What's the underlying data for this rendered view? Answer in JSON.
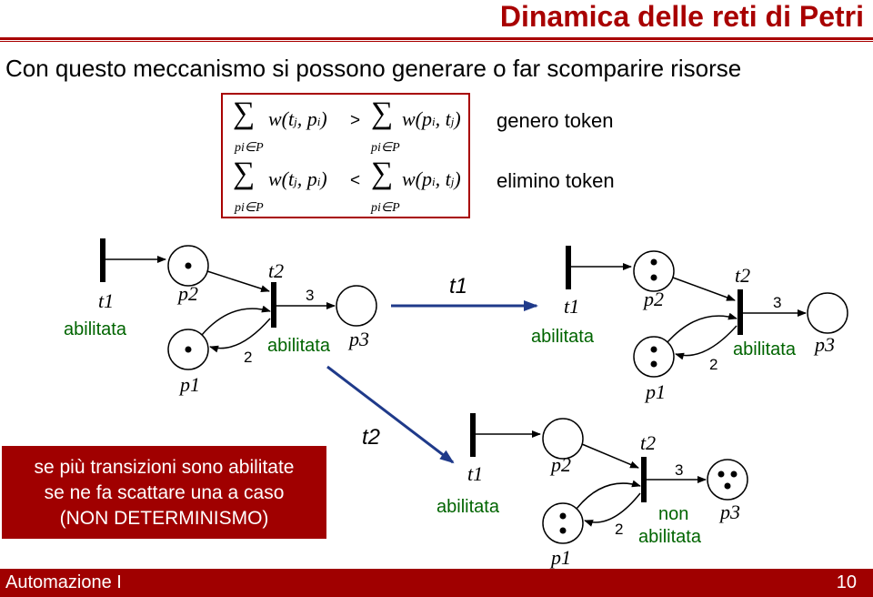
{
  "header": {
    "title": "Dinamica delle reti di Petri"
  },
  "subtitle": "Con questo meccanismo si possono generare o far scomparire risorse",
  "formulas": {
    "row1": {
      "lhs": "w(t",
      "lhs_sub_j": "j",
      "lhs_mid": ", p",
      "lhs_sub_i": "i",
      "lhs_end": ")",
      "cmp": ">",
      "rhs": "w(p",
      "rhs_sub_i": "i",
      "rhs_mid": ", t",
      "rhs_sub_j": "j",
      "rhs_end": ")",
      "label": "genero token"
    },
    "row2": {
      "lhs": "w(t",
      "lhs_sub_j": "j",
      "lhs_mid": ", p",
      "lhs_sub_i": "i",
      "lhs_end": ")",
      "cmp": "<",
      "rhs": "w(p",
      "rhs_sub_i": "i",
      "rhs_mid": ", t",
      "rhs_sub_j": "j",
      "rhs_end": ")",
      "label": "elimino token"
    },
    "sum_index": "pi∈P"
  },
  "nets": [
    {
      "t1_label": "t1",
      "t2_label": "t2",
      "p1_label": "p1",
      "p2_label": "p2",
      "p3_label": "p3",
      "weight_out": "3",
      "weight_in": "2",
      "t1_status": "abilitata",
      "t2_status": "abilitata",
      "tokens": {
        "p1": 1,
        "p2": 1,
        "p3": 0
      }
    },
    {
      "t1_label": "t1",
      "t2_label": "t2",
      "p1_label": "p1",
      "p2_label": "p2",
      "p3_label": "p3",
      "weight_out": "3",
      "weight_in": "2",
      "t1_status": "abilitata",
      "t2_status": "abilitata",
      "tokens": {
        "p1": 2,
        "p2": 2,
        "p3": 0
      }
    },
    {
      "t1_label": "t1",
      "t2_label": "t2",
      "p1_label": "p1",
      "p2_label": "p2",
      "p3_label": "p3",
      "weight_out": "3",
      "weight_in": "2",
      "t1_status": "abilitata",
      "t2_status_line1": "non",
      "t2_status_line2": "abilitata",
      "tokens": {
        "p1": 2,
        "p2": 0,
        "p3": 3
      }
    }
  ],
  "firing": {
    "first": "t1",
    "second": "t2"
  },
  "note": {
    "line1": "se più transizioni sono abilitate",
    "line2": "se ne fa scattare una a caso",
    "line3": "(NON DETERMINISMO)"
  },
  "footer": {
    "course": "Automazione I",
    "page": "10"
  },
  "colors": {
    "accent": "#a80000",
    "status": "#006400",
    "arrow": "#1f3a8a"
  }
}
